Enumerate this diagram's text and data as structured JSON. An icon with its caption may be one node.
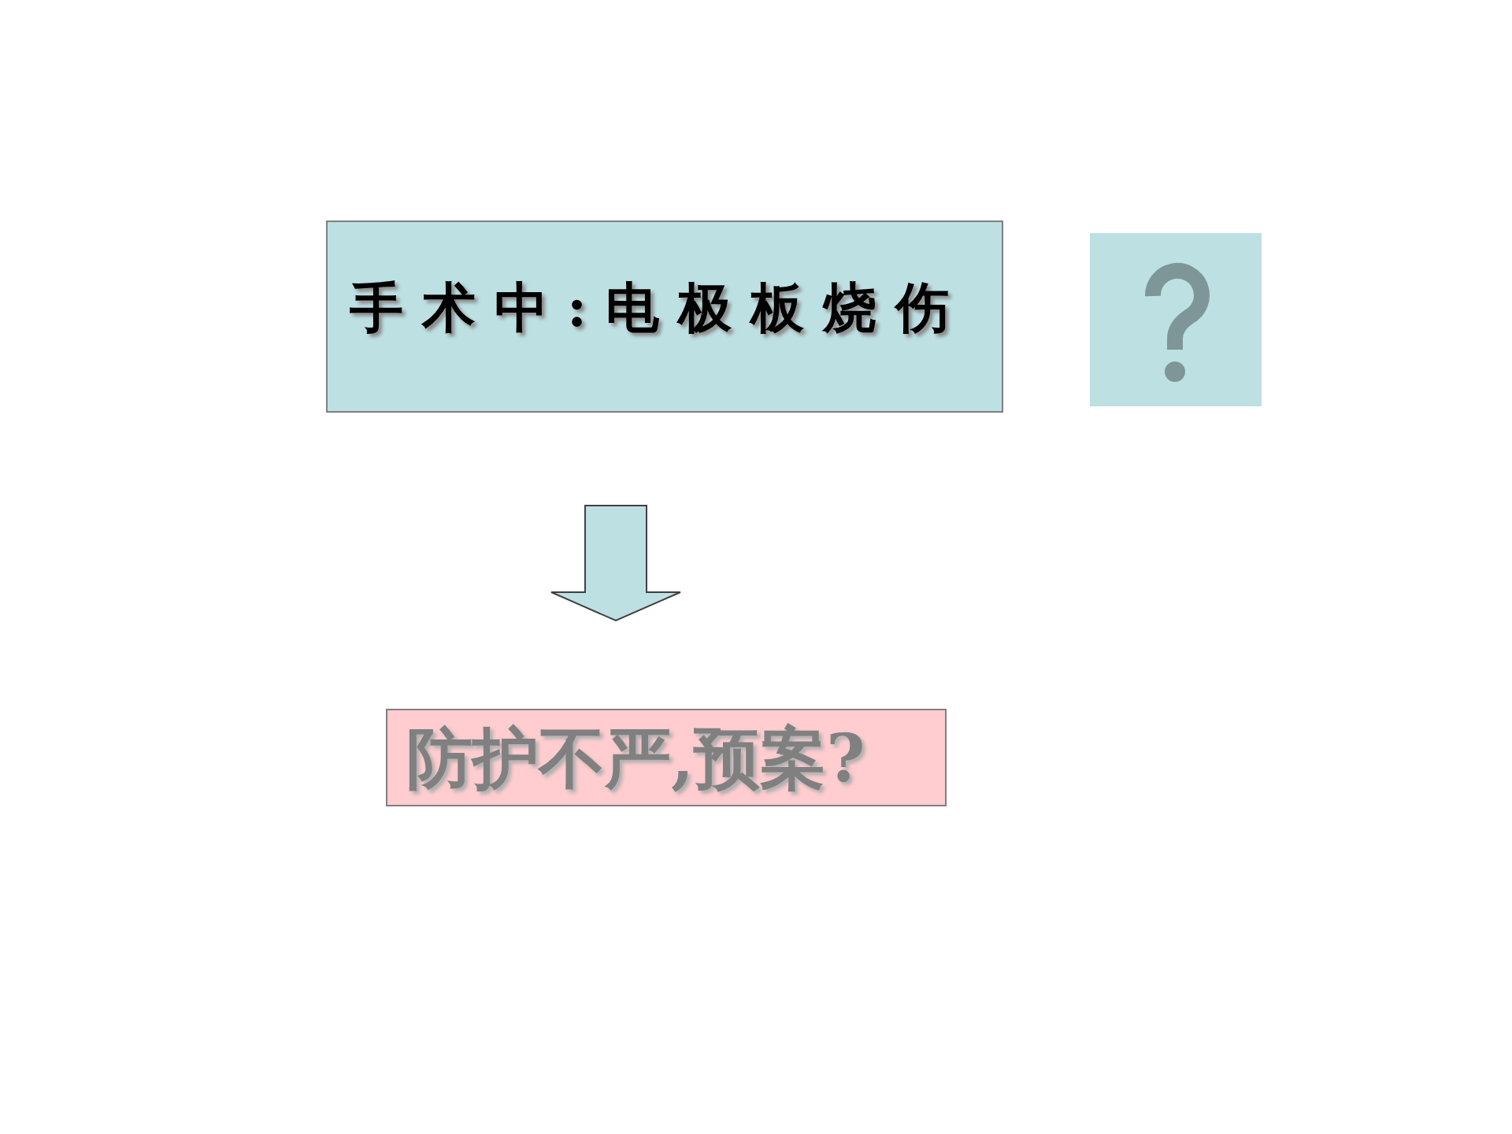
{
  "diagram": {
    "nodes": [
      {
        "text": [
          "手术中:电极板烧伤"
        ]
      },
      {
        "text": [
          "防护不严,预案?"
        ]
      }
    ],
    "edges": [
      {
        "from": 0,
        "to": 1,
        "arrow": "to"
      }
    ]
  }
}
